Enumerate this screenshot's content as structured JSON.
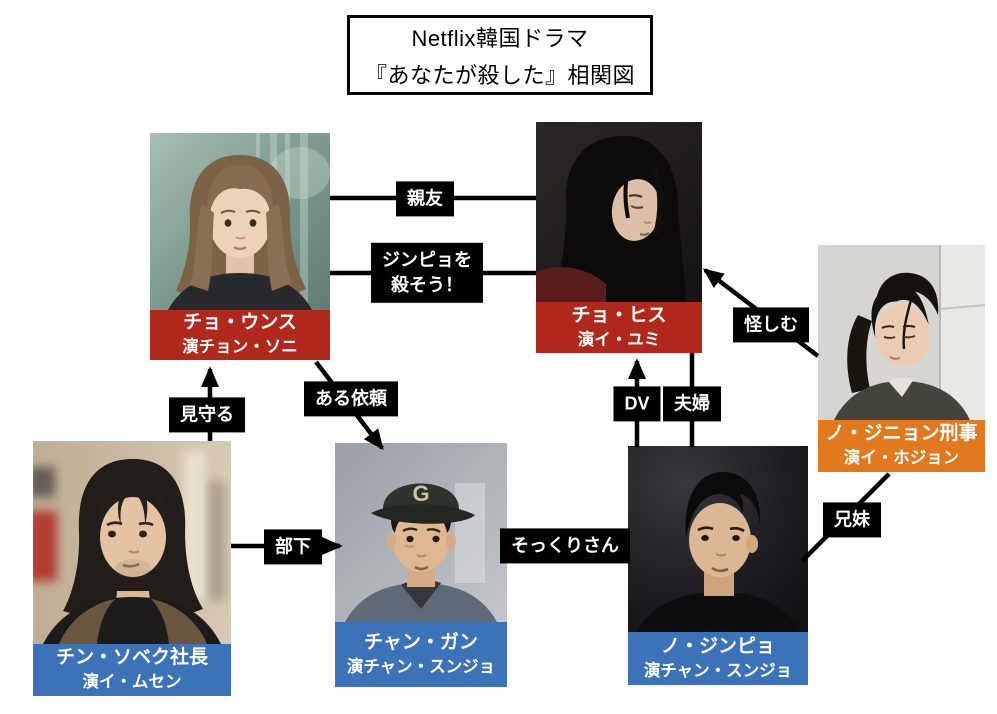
{
  "title": {
    "line1": "Netflix韓国ドラマ",
    "line2": "『あなたが殺した』相関図"
  },
  "colors": {
    "red_label": "#b1291d",
    "blue_label": "#3b72b8",
    "orange_label": "#e2791e",
    "relation_box": "#000000",
    "relation_text": "#ffffff",
    "line": "#000000"
  },
  "characters": [
    {
      "name": "チョ・ウンス",
      "actor": "演チョン・ソニ",
      "label_color": "#b1291d"
    },
    {
      "name": "チョ・ヒス",
      "actor": "演イ・ユミ",
      "label_color": "#b1291d"
    },
    {
      "name": "ノ・ジニョン刑事",
      "actor": "演イ・ホジョン",
      "label_color": "#e2791e"
    },
    {
      "name": "チン・ソベク社長",
      "actor": "演イ・ムセン",
      "label_color": "#3b72b8"
    },
    {
      "name": "チャン・ガン",
      "actor": "演チャン・スンジョ",
      "label_color": "#3b72b8",
      "cap_letter": "G"
    },
    {
      "name": "ノ・ジンピョ",
      "actor": "演チャン・スンジョ",
      "label_color": "#3b72b8"
    }
  ],
  "relations": [
    {
      "label": "親友",
      "from": "チョ・ウンス",
      "to": "チョ・ヒス",
      "arrow": "none"
    },
    {
      "label": "ジンピョを\n殺そう！",
      "from": "チョ・ウンス",
      "to": "チョ・ヒス",
      "arrow": "none"
    },
    {
      "label": "見守る",
      "from": "チン・ソベク社長",
      "to": "チョ・ウンス",
      "arrow": "to"
    },
    {
      "label": "ある依頼",
      "from": "チョ・ウンス",
      "to": "チャン・ガン",
      "arrow": "to"
    },
    {
      "label": "部下",
      "from": "チン・ソベク社長",
      "to": "チャン・ガン",
      "arrow": "to"
    },
    {
      "label": "そっくりさん",
      "from": "チャン・ガン",
      "to": "ノ・ジンピョ",
      "arrow": "none"
    },
    {
      "label": "DV",
      "from": "ノ・ジンピョ",
      "to": "チョ・ヒス",
      "arrow": "to"
    },
    {
      "label": "夫婦",
      "from": "ノ・ジンピョ",
      "to": "チョ・ヒス",
      "arrow": "none"
    },
    {
      "label": "怪しむ",
      "from": "ノ・ジニョン刑事",
      "to": "チョ・ヒス",
      "arrow": "to"
    },
    {
      "label": "兄妹",
      "from": "ノ・ジニョン刑事",
      "to": "ノ・ジンピョ",
      "arrow": "none"
    }
  ]
}
